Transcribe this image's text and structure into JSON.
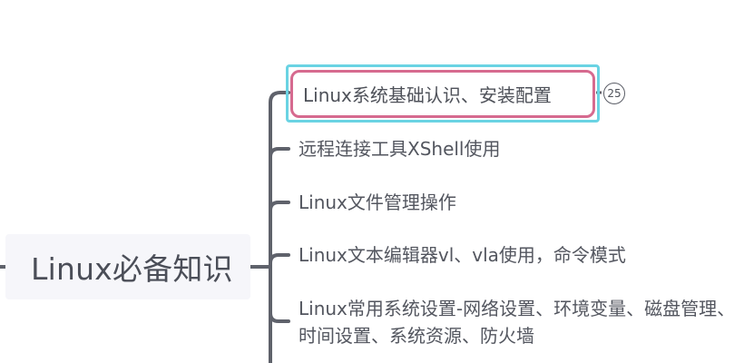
{
  "mindmap": {
    "central_topic": "Linux必备知识",
    "subtopics": [
      {
        "label": "Linux系统基础认识、安装配置",
        "collapsed_count": "25"
      },
      {
        "label": "远程连接工具XShell使用"
      },
      {
        "label": "Linux文件管理操作"
      },
      {
        "label": "Linux文本编辑器vl、vla使用，命令模式"
      },
      {
        "label": "Linux常用系统设置-网络设置、环境变量、磁盘管理、时间设置、系统资源、防火墙"
      }
    ]
  },
  "colors": {
    "connector": "#5f626b",
    "selection_outer": "#6ad3e3",
    "selection_inner": "#d66a8f",
    "central_bg": "#f6f6fa"
  }
}
